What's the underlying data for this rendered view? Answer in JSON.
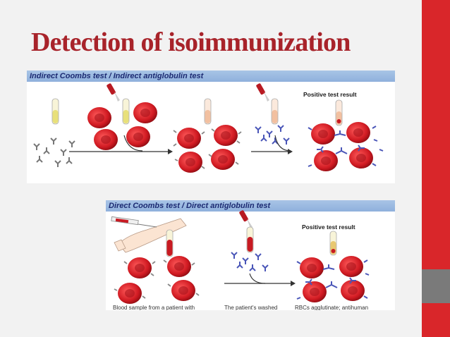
{
  "slide": {
    "title": "Detection of isoimmunization",
    "colors": {
      "title": "#a8232a",
      "accent_bar": "#d9262a",
      "accent_gray": "#7a7a7a",
      "rbc": "#d01a22",
      "antibody_blue": "#4a56b8",
      "header_blue": "#a8c4e6"
    }
  },
  "indirect_panel": {
    "header": "Indirect Coombs test / Indirect antiglobulin test",
    "positive_label": "Positive test result"
  },
  "direct_panel": {
    "header": "Direct Coombs test / Direct antiglobulin test",
    "positive_label": "Positive test result",
    "captions": [
      "Blood sample from a patient with",
      "The patient's washed",
      "RBCs agglutinate; antihuman"
    ]
  }
}
